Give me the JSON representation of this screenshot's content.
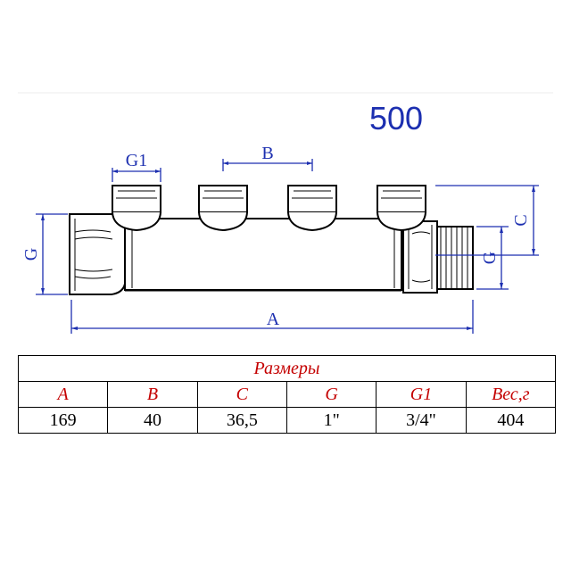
{
  "drawing": {
    "model_number": "500",
    "labels": {
      "g1": "G1",
      "b": "B",
      "a": "A",
      "c": "C",
      "g_left": "G",
      "g_right": "G"
    }
  },
  "table": {
    "title": "Размеры",
    "headers": [
      "A",
      "B",
      "C",
      "G",
      "G1",
      "Вес,г"
    ],
    "values": [
      "169",
      "40",
      "36,5",
      "1\"",
      "3/4\"",
      "404"
    ]
  },
  "colors": {
    "dimension": "#1c2fb0",
    "header_text": "#c40000",
    "outline": "#000000"
  }
}
